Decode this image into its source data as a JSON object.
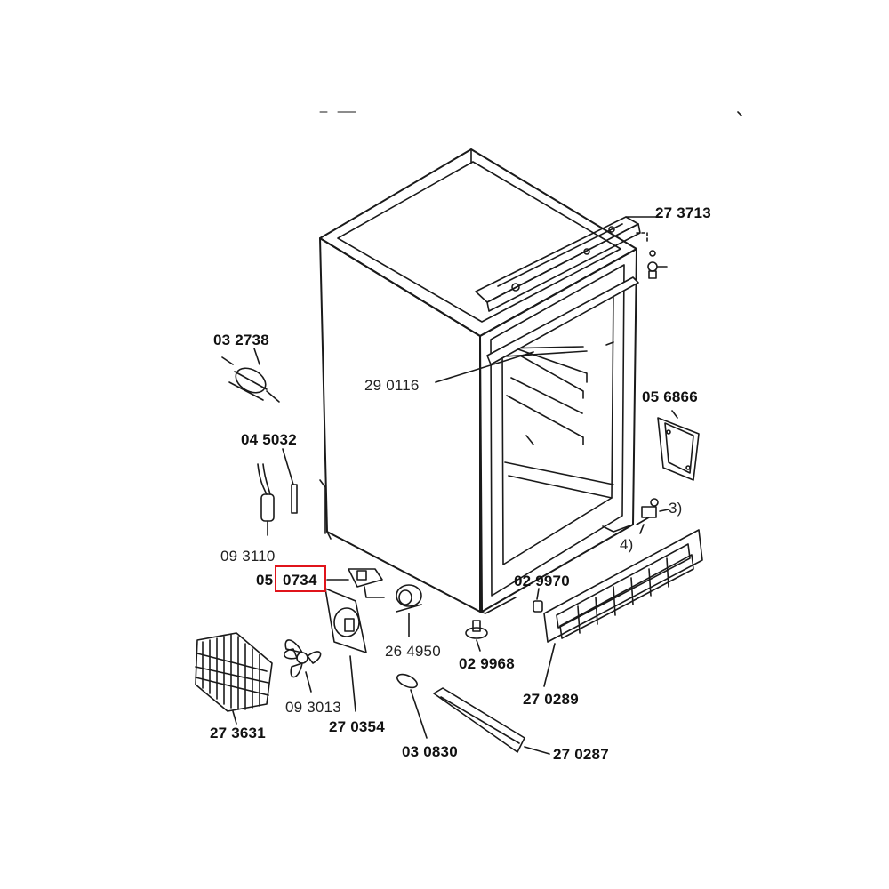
{
  "parts": {
    "p273713": "27 3713",
    "p290116": "29 0116",
    "p032738": "03 2738",
    "p056866": "05 6866",
    "p045032": "04 5032",
    "p093110": "09 3110",
    "p050734_prefix": "05",
    "p050734_number": "0734",
    "p029970": "02 9970",
    "p264950": "26 4950",
    "p029968": "02 9968",
    "p093013": "09 3013",
    "p270354": "27 0354",
    "p270289": "27 0289",
    "p273631": "27 3631",
    "p030830": "03 0830",
    "p270287": "27 0287",
    "note3": "3)",
    "note4": "4)"
  },
  "colors": {
    "line": "#1a1a1a",
    "highlight": "#e0141b"
  },
  "highlighted_part": "0734"
}
